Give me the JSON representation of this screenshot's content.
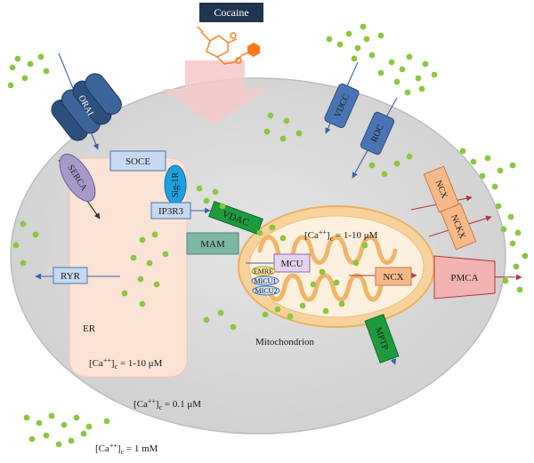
{
  "drug": {
    "label": "Cocaine",
    "colors": {
      "box": "#1f3550",
      "molecule": "#ff7a1a",
      "arrow": "#f6c9c9"
    }
  },
  "cell": {
    "fill": "#d8d8d8",
    "stroke": "#bdbdbd"
  },
  "er": {
    "label": "ER",
    "concentration": {
      "prefix": "[Ca",
      "sup": "++",
      "suffix": "]",
      "sub": "c",
      "value": " = 1-10 μM"
    },
    "fill": "#fbe3d6"
  },
  "cytosol": {
    "concentration": {
      "prefix": "[Ca",
      "sup": "++",
      "suffix": "]",
      "sub": "c",
      "value": " = 0.1 μM"
    }
  },
  "extracellular": {
    "concentration": {
      "prefix": "[Ca",
      "sup": "++",
      "suffix": "]",
      "sub": "c",
      "value": " = 1 mM"
    }
  },
  "mitochondrion": {
    "label": "Mitochondrion",
    "concentration": {
      "prefix": "[Ca",
      "sup": "++",
      "suffix": "]",
      "sub": "c",
      "value": " = 1-10 μM"
    },
    "colors": {
      "outer": "#f2c27a",
      "inner": "#f7d29c",
      "matrix": "#fdf0de"
    }
  },
  "proteins": {
    "orai": "ORAI",
    "soce": "SOCE",
    "serca": "SERCA",
    "sig1r": "Sig-1R",
    "ip3r3": "IP3R3",
    "vdac": "VDAC",
    "mam": "MAM",
    "ryr": "RYR",
    "vdcc": "VDCC",
    "roc": "ROC",
    "ncx_membrane": "NCX",
    "nckx": "NCKX",
    "pmca": "PMCA",
    "mcu": "MCU",
    "emre": "EMRE",
    "micu1": "MICU1",
    "micu2": "MICU2",
    "ncx_mito": "NCX",
    "mptp": "MPTP"
  },
  "colors": {
    "calcium": "#8cc63f",
    "orai": "#2c4f7c",
    "blue_channel": "#4a74b4",
    "light_blue": "#c6d9f0",
    "serca": "#a79ac9",
    "sig1r": "#1ea0e0",
    "green_channel": "#1f9a3e",
    "mam": "#7fb7a6",
    "ncx_orange": "#f8b98a",
    "pmca": "#f2b3b3",
    "mcu": "#e3d3ee",
    "emre": "#f7e4a0",
    "micu": "#cfe1f3",
    "membrane_arrow": "#b4343c",
    "influx_arrow": "#3a62a8"
  }
}
